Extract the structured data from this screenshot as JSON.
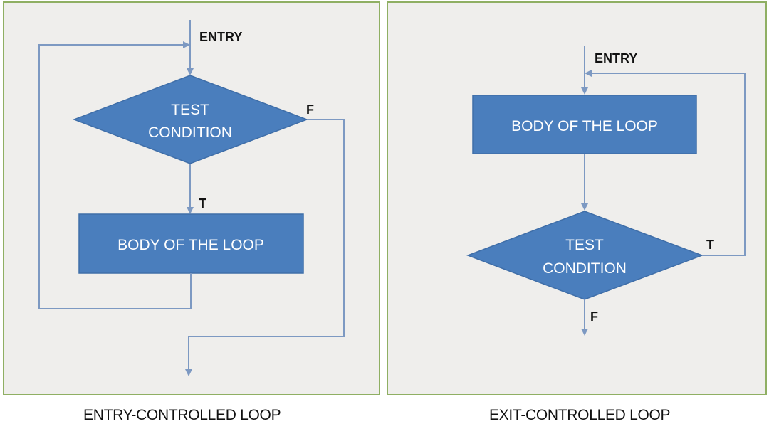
{
  "entry_controlled": {
    "entry_label": "ENTRY",
    "decision": {
      "line1": "TEST",
      "line2": "CONDITION"
    },
    "true_label": "T",
    "false_label": "F",
    "body": "BODY OF THE LOOP",
    "caption": "ENTRY-CONTROLLED LOOP"
  },
  "exit_controlled": {
    "entry_label": "ENTRY",
    "body": "BODY OF THE LOOP",
    "decision": {
      "line1": "TEST",
      "line2": "CONDITION"
    },
    "true_label": "T",
    "false_label": "F",
    "caption": "EXIT-CONTROLLED LOOP"
  },
  "colors": {
    "shape_fill": "#4a7ebd",
    "shape_stroke": "#3f6ea8",
    "connector": "#7d99c2",
    "panel_border": "#8faf63",
    "panel_background": "#efeeec"
  }
}
